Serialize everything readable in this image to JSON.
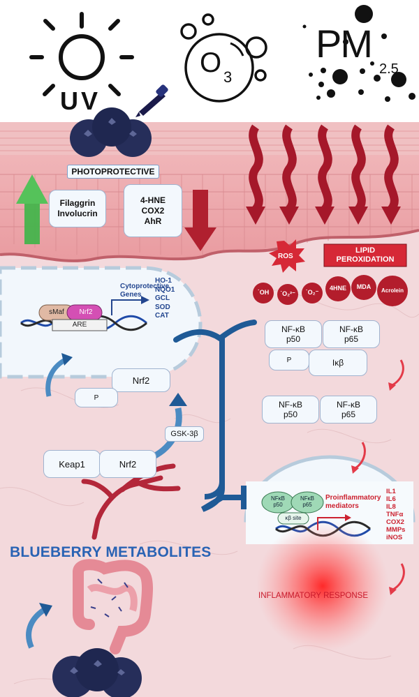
{
  "top": {
    "uv": "UV",
    "ozone": "O",
    "ozone_sub": "3",
    "pm": "PM",
    "pm_sub": "2.5"
  },
  "skin": {
    "photoprotective": "PHOTOPROTECTIVE",
    "box_left": "Filaggrin\nInvolucrin",
    "box_right": "4-HNE\nCOX2\nAhR",
    "ros": "ROS",
    "lipid": "LIPID\nPEROXIDATION"
  },
  "radicals": [
    "˙OH",
    "˙O₂²⁻",
    "˙O₂⁻",
    "4HNE",
    "MDA",
    "Acrolein"
  ],
  "nucleus_left": {
    "smaf": "sMaf",
    "nrf2": "Nrf2",
    "are": "ARE",
    "cytoprotective": "Cytoprotective\nGenes",
    "genes": "HO-1\nNQO1\nGCL\nSOD\nCAT"
  },
  "pathway": {
    "nrf2_top": "Nrf2",
    "p": "P",
    "gsk": "GSK-3β",
    "keap1": "Keap1",
    "nrf2_bound": "Nrf2"
  },
  "nfkb": {
    "p50": "NF-κB\np50",
    "p65": "NF-κB\np65",
    "p": "P",
    "ikb": "Iκβ"
  },
  "nucleus_right": {
    "p50": "NFκB\np50",
    "p65": "NFκB\np65",
    "kb_site": "κβ site",
    "mediators": "Proinflammatory\nmediators",
    "cytokines": "IL1\nIL6\nIL8\nTNFα\nCOX2\nMMPs\niNOS"
  },
  "titles": {
    "metabolites": "BLUEBERRY METABOLITES",
    "inflammatory": "INFLAMMATORY RESPONSE"
  },
  "colors": {
    "accent_blue": "#2a63b4",
    "inflammation_red": "#c8182a",
    "skin_pink": "#f3d9dc",
    "radical_red": "#b31d2c"
  }
}
